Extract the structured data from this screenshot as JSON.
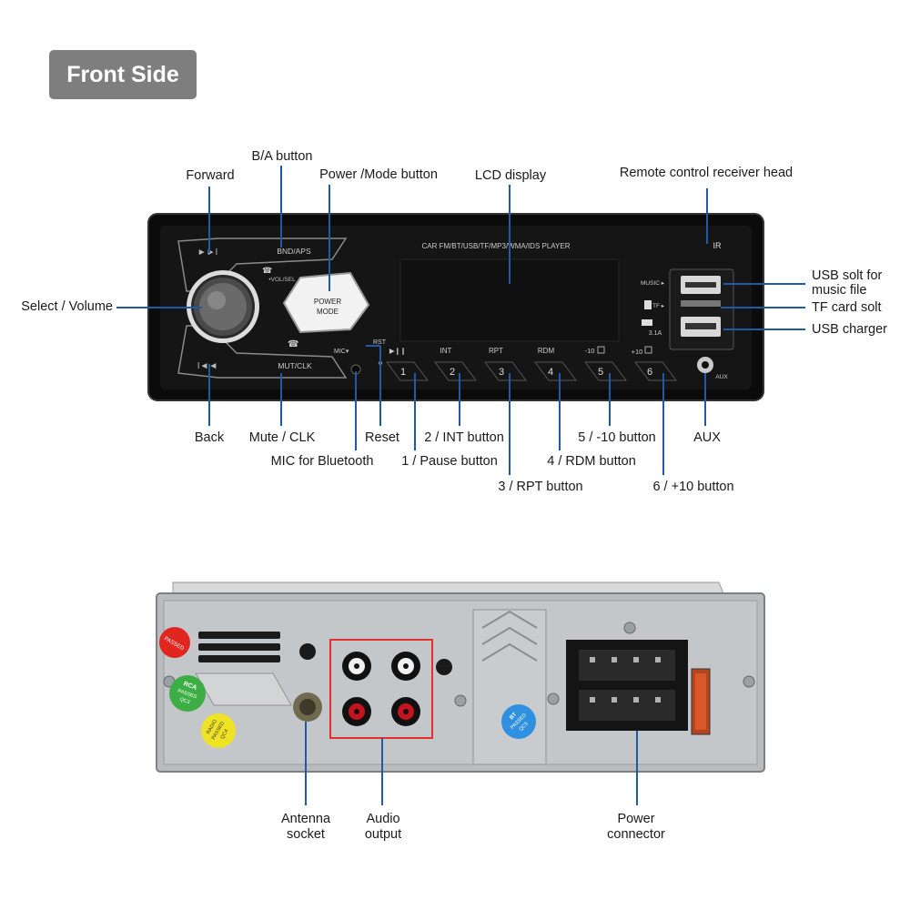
{
  "header": {
    "title": "Front Side"
  },
  "front_panel": {
    "model_text": "CAR FM/BT/USB/TF/MP3/WMA/IDS PLAYER",
    "bnd_aps": "BND/APS",
    "mut_clk": "MUT/CLK",
    "vol_sel": "•VOL/SEL",
    "power_line1": "POWER",
    "power_line2": "MODE",
    "mic": "MIC▾",
    "rst": "RST",
    "ir": "IR",
    "music": "MUSIC ▸",
    "tf": "TF ▸",
    "amp": "3.1A",
    "aux": "AUX",
    "func_labels": [
      "▶❙❙",
      "INT",
      "RPT",
      "RDM",
      "-10",
      "+10"
    ],
    "numbers": [
      "1",
      "2",
      "3",
      "4",
      "5",
      "6"
    ]
  },
  "front_labels": {
    "forward": "Forward",
    "ba": "B/A button",
    "power_mode": "Power /Mode button",
    "lcd": "LCD display",
    "remote": "Remote control receiver head",
    "select": "Select / Volume",
    "usb_music_1": "USB solt for",
    "usb_music_2": "music file",
    "tf_card": "TF card solt",
    "usb_charger": "USB charger",
    "back": "Back",
    "mute": "Mute / CLK",
    "mic": "MIC for Bluetooth",
    "reset": "Reset",
    "b1": "1 / Pause button",
    "b2": "2 / INT button",
    "b3": "3 / RPT button",
    "b4": "4 / RDM button",
    "b5": "5 / -10 button",
    "b6": "6 / +10 button",
    "aux": "AUX"
  },
  "rear_labels": {
    "antenna_1": "Antenna",
    "antenna_2": "socket",
    "audio_1": "Audio",
    "audio_2": "output",
    "power_1": "Power",
    "power_2": "connector"
  },
  "stickers": {
    "red": "PASSED",
    "green_1": "RCA",
    "green_2": "PASSED",
    "green_3": "QC3",
    "yellow_1": "RADIO",
    "yellow_2": "PASSED",
    "yellow_3": "QC4",
    "blue_1": "BT",
    "blue_2": "PASSED",
    "blue_3": "QC5"
  },
  "colors": {
    "badge": "#7e7e7e",
    "callout": "#1f5aa8",
    "panel": "#111111",
    "housing": "#b9bcbe",
    "outline_red": "#e23030"
  }
}
